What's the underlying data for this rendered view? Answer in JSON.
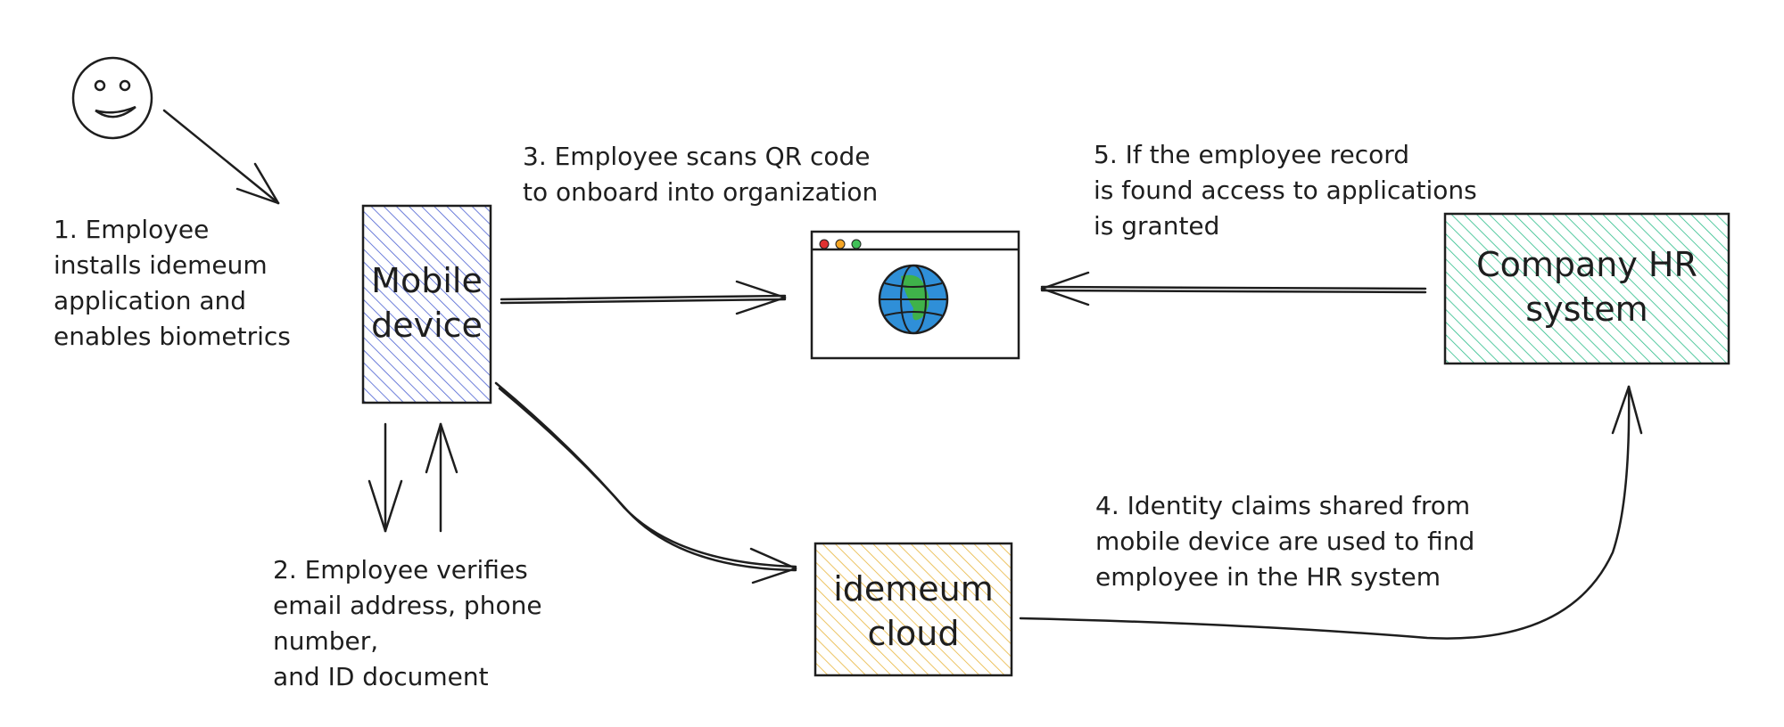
{
  "steps": {
    "step1": "1. Employee\ninstalls idemeum\napplication and\nenables biometrics",
    "step2": "2. Employee verifies\nemail address, phone number,\nand ID document",
    "step3": "3. Employee scans QR code\nto onboard into organization",
    "step4": "4. Identity claims shared from\nmobile device are used to find\nemployee in the HR system",
    "step5": "5. If the employee record\nis found access to applications\nis granted"
  },
  "nodes": {
    "mobile_device": {
      "label": "Mobile\ndevice",
      "color": "#4a5fd1"
    },
    "idemeum_cloud": {
      "label": "idemeum\ncloud",
      "color": "#e8b53b"
    },
    "company_hr": {
      "label": "Company HR\nsystem",
      "color": "#2dbd8a"
    },
    "browser": {
      "dot_colors": [
        "#e03131",
        "#f5a524",
        "#40c057"
      ],
      "globe_color": "#2f8fd8",
      "land_color": "#3fb24a"
    }
  },
  "icons": [
    "smiley-face-icon",
    "browser-window-icon",
    "globe-icon"
  ]
}
